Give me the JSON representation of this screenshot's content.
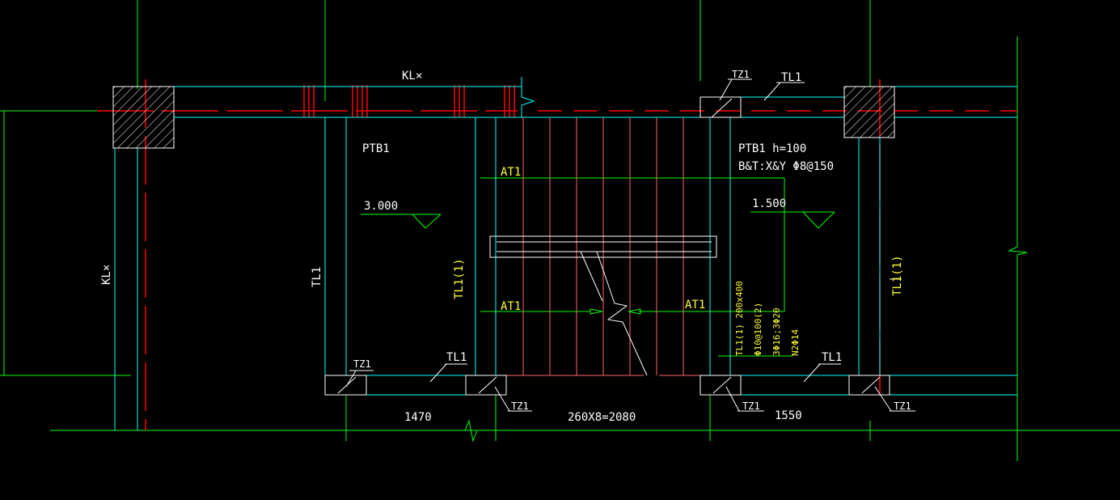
{
  "labels": {
    "beam_top": "KL×",
    "beam_left": "KL×",
    "tl1_top": "TL1",
    "tl1_left": "TL1",
    "tl1_1_left": "TL1(1)",
    "tl1_1_right": "TL1(1)",
    "tl1_bottom_left": "TL1",
    "tl1_bottom_right": "TL1",
    "tz1_top": "TZ1",
    "tz1_bottom_1": "TZ1",
    "tz1_bottom_2": "TZ1",
    "tz1_bottom_3": "TZ1",
    "tz1_bottom_4": "TZ1",
    "ptb1_left": "PTB1",
    "ptb1_right": "PTB1 h=100",
    "ptb1_reinforcement": "B&T:X&Y Φ8@150",
    "elev_left": "3.000",
    "elev_right": "1.500",
    "at1_top": "AT1",
    "at1_mid_left": "AT1",
    "at1_mid_right": "AT1",
    "dim_left": "1470",
    "dim_mid": "260X8=2080",
    "dim_right": "1550"
  },
  "beam_annotation": [
    "TL1(1) 200x400",
    "Φ10@100(2)",
    "3Φ16;3Φ20",
    "N2Φ14"
  ],
  "colors": {
    "background": "#000000",
    "wall": "#00ffff",
    "axis": "#ff0000",
    "grid": "#00ff00",
    "stair": "#ff6666",
    "text": "#ffffff",
    "annotation": "#ffff33"
  }
}
